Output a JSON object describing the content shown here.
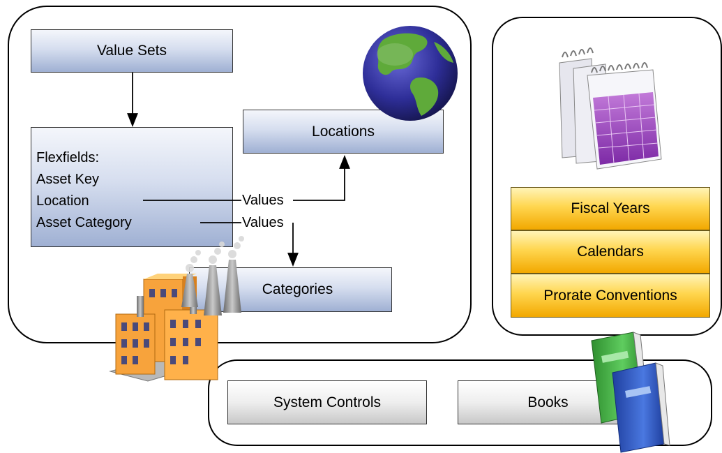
{
  "top_panel": {
    "value_sets": "Value Sets",
    "flexfields": {
      "title": "Flexfields:",
      "items": [
        "Asset Key",
        "Location",
        "Asset Category"
      ]
    },
    "locations": "Locations",
    "categories": "Categories",
    "values_label_1": "Values",
    "values_label_2": "Values"
  },
  "calendar_panel": {
    "fiscal_years": "Fiscal Years",
    "calendars": "Calendars",
    "prorate_conventions": "Prorate Conventions"
  },
  "bottom_panel": {
    "system_controls": "System Controls",
    "books": "Books"
  },
  "icons": [
    "globe-icon",
    "calendar-icon",
    "factory-icon",
    "books-icon"
  ]
}
